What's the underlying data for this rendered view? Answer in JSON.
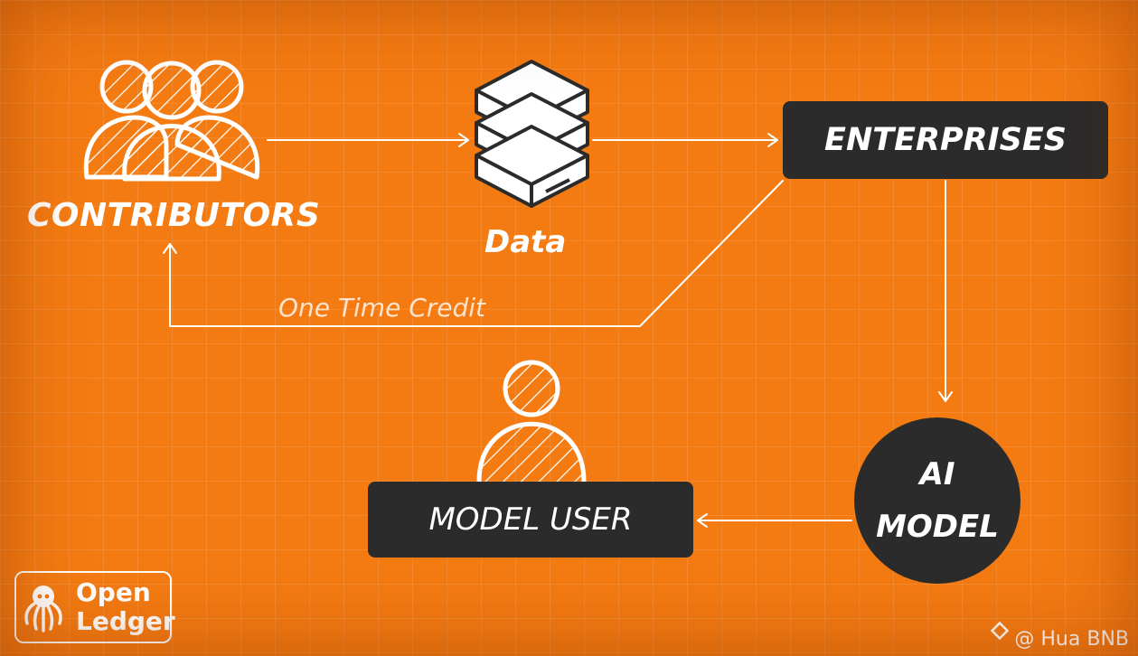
{
  "colors": {
    "background": "#f47b12",
    "box_fill": "#2b2b2b",
    "text": "#ffffff"
  },
  "nodes": {
    "contributors": {
      "label": "CONTRIBUTORS",
      "icon": "people-group-icon"
    },
    "data": {
      "label": "Data",
      "icon": "server-stack-icon"
    },
    "enterprises": {
      "label": "ENTERPRISES"
    },
    "ai_model": {
      "line1": "AI",
      "line2": "MODEL"
    },
    "model_user": {
      "label": "MODEL USER",
      "icon": "person-icon"
    }
  },
  "edges": [
    {
      "from": "contributors",
      "to": "data"
    },
    {
      "from": "data",
      "to": "enterprises"
    },
    {
      "from": "enterprises",
      "to": "ai_model"
    },
    {
      "from": "ai_model",
      "to": "model_user"
    },
    {
      "from": "enterprises",
      "to": "contributors",
      "label": "One Time Credit"
    }
  ],
  "branding": {
    "logo_line1": "Open",
    "logo_line2": "Ledger",
    "logo_icon": "octopus-icon",
    "watermark": "@ Hua BNB",
    "watermark_icon": "binance-diamond-icon"
  }
}
